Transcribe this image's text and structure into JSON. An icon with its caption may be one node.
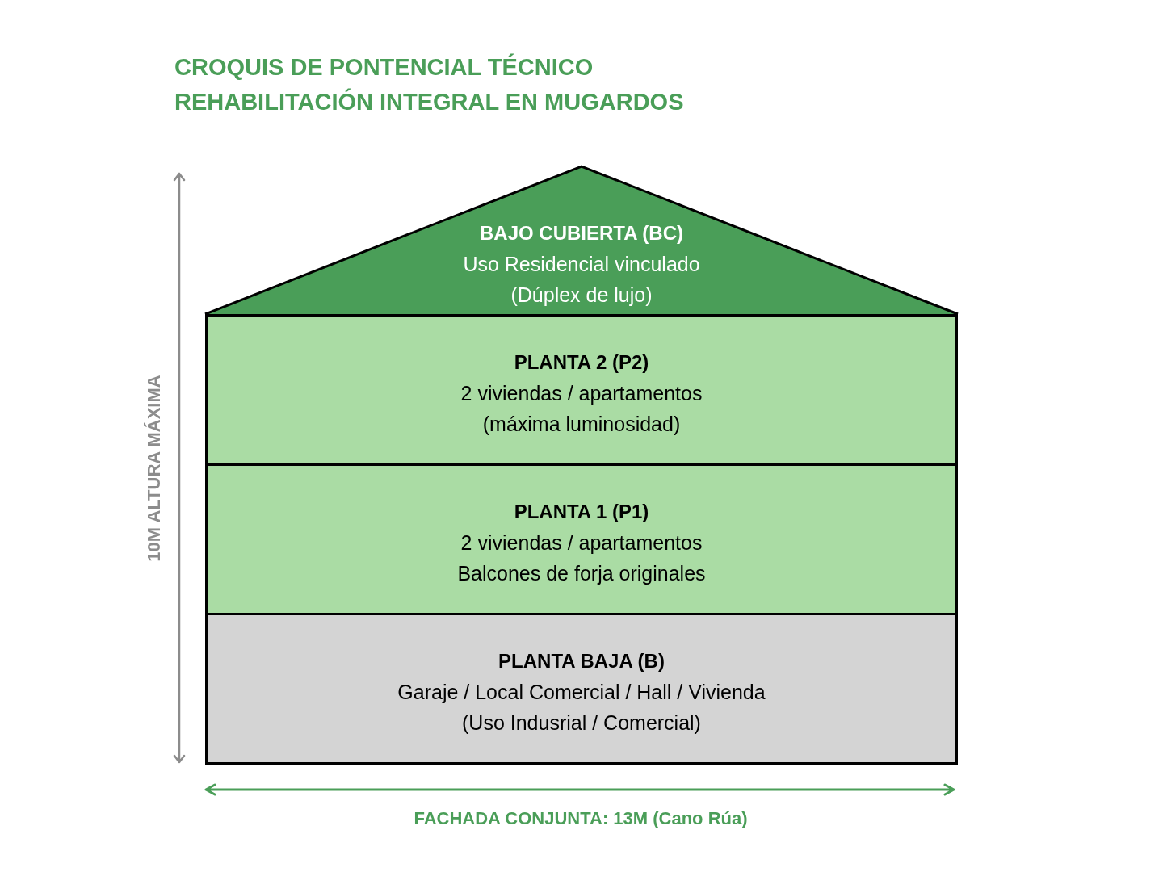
{
  "diagram": {
    "title": "CROQUIS DE PONTENCIAL TÉCNICO REHABILITACIÓN INTEGRAL EN MUGARDOS",
    "nodes": [
      {
        "text": [
          "BAJO CUBIERTA (BC)",
          "Uso Residencial vinculado",
          "(Dúplex de lujo)"
        ]
      },
      {
        "text": [
          "PLANTA 2 (P2)",
          "2 viviendas / apartamentos",
          "(máxima luminosidad)"
        ]
      },
      {
        "text": [
          "PLANTA 1 (P1)",
          "2 viviendas / apartamentos",
          "Balcones de forja originales"
        ]
      },
      {
        "text": [
          "PLANTA BAJA (B)",
          "Garaje / Local Comercial / Hall / Vivienda",
          "(Uso Indusrial / Comercial)"
        ]
      }
    ],
    "labels": [
      "10M ALTURA MÁXIMA",
      "FACHADA CONJUNTA: 13M (Cano Rúa)"
    ]
  }
}
